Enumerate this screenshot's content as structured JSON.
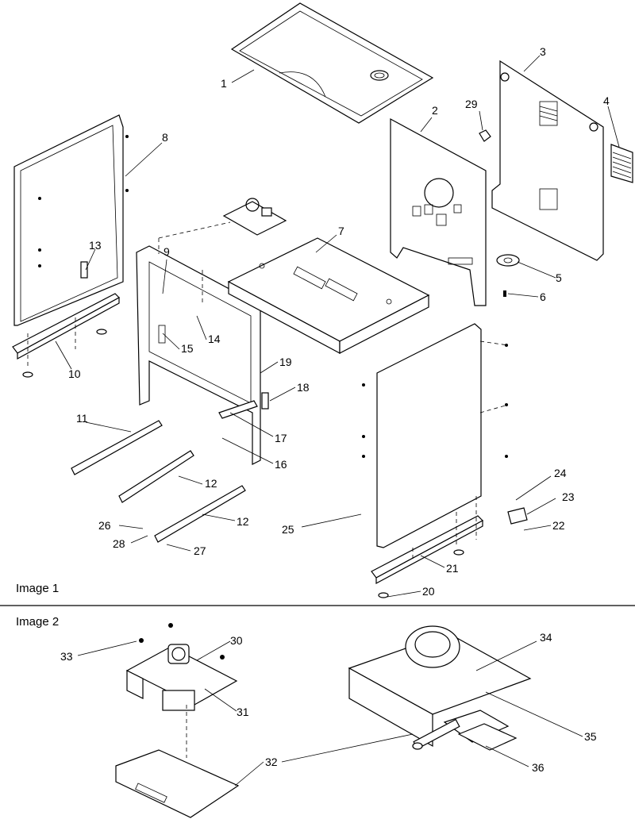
{
  "sections": [
    {
      "caption": "Image 1"
    },
    {
      "caption": "Image 2"
    }
  ],
  "callouts": {
    "p1": "1",
    "p2": "2",
    "p3": "3",
    "p4": "4",
    "p5": "5",
    "p6": "6",
    "p7": "7",
    "p8": "8",
    "p9": "9",
    "p10": "10",
    "p11": "11",
    "p12a": "12",
    "p12b": "12",
    "p13": "13",
    "p14": "14",
    "p15": "15",
    "p16": "16",
    "p17": "17",
    "p18": "18",
    "p19": "19",
    "p20": "20",
    "p21": "21",
    "p22": "22",
    "p23": "23",
    "p24": "24",
    "p25": "25",
    "p26": "26",
    "p27": "27",
    "p28": "28",
    "p29": "29",
    "p30": "30",
    "p31": "31",
    "p32": "32",
    "p33": "33",
    "p34": "34",
    "p35": "35",
    "p36": "36"
  },
  "colors": {
    "line": "#000000",
    "background": "#ffffff"
  }
}
